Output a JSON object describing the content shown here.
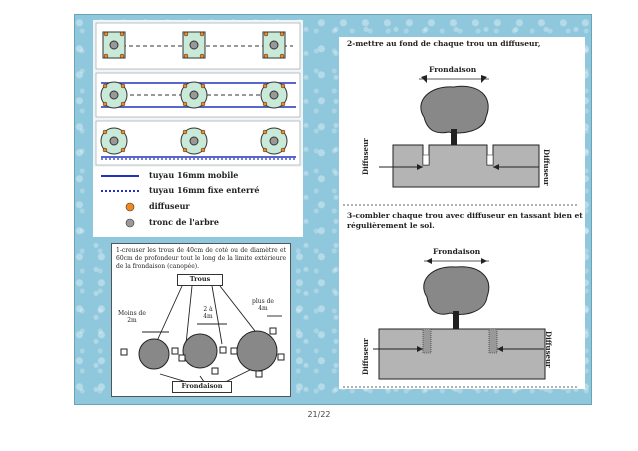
{
  "legend": {
    "mobile_pipe": "tuyau 16mm mobile",
    "buried_pipe": "tuyau 16mm fixe enterré",
    "diffuser": "diffuseur",
    "trunk": "tronc de l'arbre"
  },
  "step1": {
    "text": "1-creuser les trous de 40cm de coté ou de diamètre et 60cm de profondeur tout le long de la limite extérieure de la frondaison (canopée).",
    "holes_label": "Trous",
    "less_2m": "Moins de 2m",
    "two_to_4m": "2 à 4m",
    "more_4m": "plus de 4m",
    "canopy_label": "Frondaison"
  },
  "step2": {
    "title": "2-mettre au fond de chaque trou un diffuseur,",
    "canopy_label": "Frondaison",
    "diffuser_left": "Diffuseur",
    "diffuser_right": "Diffuseur"
  },
  "step3": {
    "title": "3-combler chaque trou avec diffuseur en tassant bien et régulièrement le sol.",
    "canopy_label": "Frondaison",
    "diffuser_left": "Diffuseur",
    "diffuser_right": "Diffuseur"
  },
  "page_number": "21/22",
  "colors": {
    "mobile": "#2233bb",
    "buried": "#2233bb",
    "diffuser": "#f08a1c",
    "trunk": "#888888",
    "soil": "#b4b4b4",
    "canopy": "#888888"
  }
}
